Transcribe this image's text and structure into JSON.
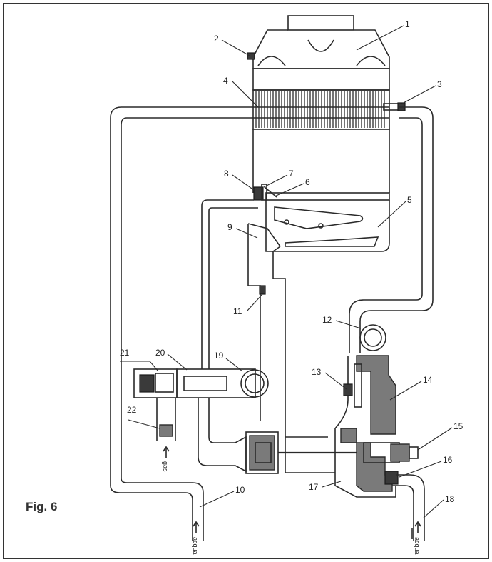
{
  "figure": {
    "caption": "Fig. 6",
    "inlets": {
      "gas": "gas",
      "water_left": "acqua",
      "water_right": "acqua"
    },
    "callouts": [
      "1",
      "2",
      "3",
      "4",
      "5",
      "6",
      "7",
      "8",
      "9",
      "10",
      "11",
      "12",
      "13",
      "14",
      "15",
      "16",
      "17",
      "18",
      "19",
      "20",
      "21",
      "22"
    ]
  },
  "colors": {
    "line": "#2a2a2a",
    "shade": "#7a7a7a",
    "border": "#333333"
  }
}
